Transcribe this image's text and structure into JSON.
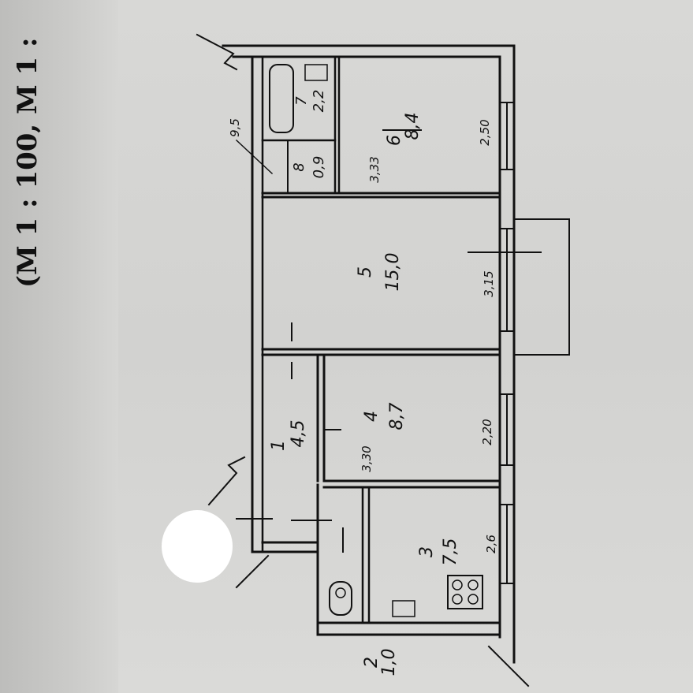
{
  "scale_caption": "(М 1 : 100, М 1 :",
  "rooms": [
    {
      "id": "1",
      "number": "1",
      "area": "4,5"
    },
    {
      "id": "2",
      "number": "2",
      "area": "1,0"
    },
    {
      "id": "3",
      "number": "3",
      "area": "7,5"
    },
    {
      "id": "4",
      "number": "4",
      "area": "8,7"
    },
    {
      "id": "5",
      "number": "5",
      "area": "15,0"
    },
    {
      "id": "6",
      "number": "6",
      "area": "8,4"
    },
    {
      "id": "7",
      "number": "7",
      "area": "2,2"
    },
    {
      "id": "8",
      "number": "8",
      "area": "0,9"
    }
  ],
  "dimensions": [
    "9,5",
    "2,50",
    "3,15",
    "2,20",
    "2,6",
    "3,30",
    "3,33"
  ]
}
